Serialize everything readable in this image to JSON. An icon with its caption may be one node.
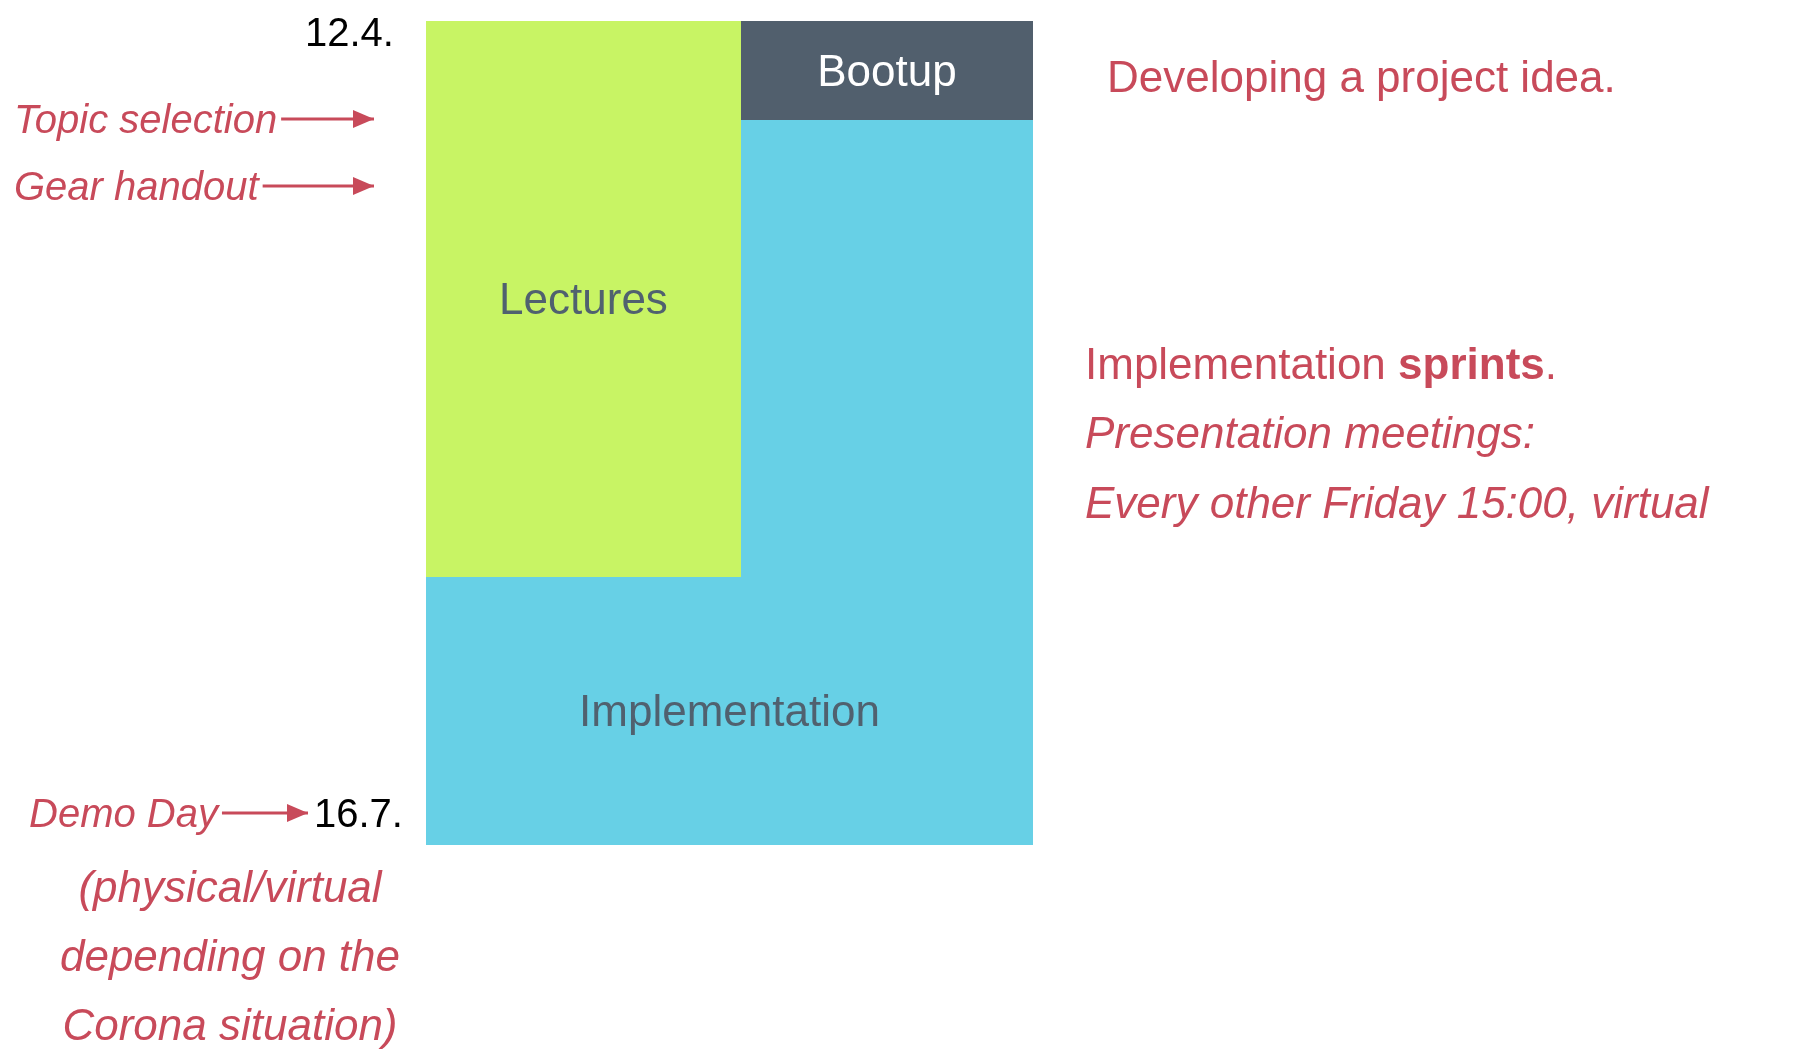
{
  "diagram": {
    "nodes": [
      {
        "text": [
          "12.4."
        ]
      },
      {
        "text": [
          "Lectures"
        ]
      },
      {
        "text": [
          "Bootup"
        ]
      },
      {
        "text": [
          "Implementation"
        ]
      },
      {
        "text": [
          "Topic selection"
        ]
      },
      {
        "text": [
          "Gear handout"
        ]
      },
      {
        "text": [
          "Demo Day"
        ],
        "beside": [
          "(physical/virtual depending on the Corona situation)"
        ]
      },
      {
        "text": [
          "16.7."
        ]
      }
    ],
    "edges": [
      {
        "from": 4,
        "to": null,
        "arrow": "to"
      },
      {
        "from": 5,
        "to": null,
        "arrow": "to"
      },
      {
        "from": 6,
        "to": 7,
        "arrow": "to"
      }
    ],
    "labels": [
      "Developing a project idea.",
      "Implementation **sprints**.",
      "Presentation meetings:",
      "Every other Friday 15:00, virtual"
    ]
  }
}
